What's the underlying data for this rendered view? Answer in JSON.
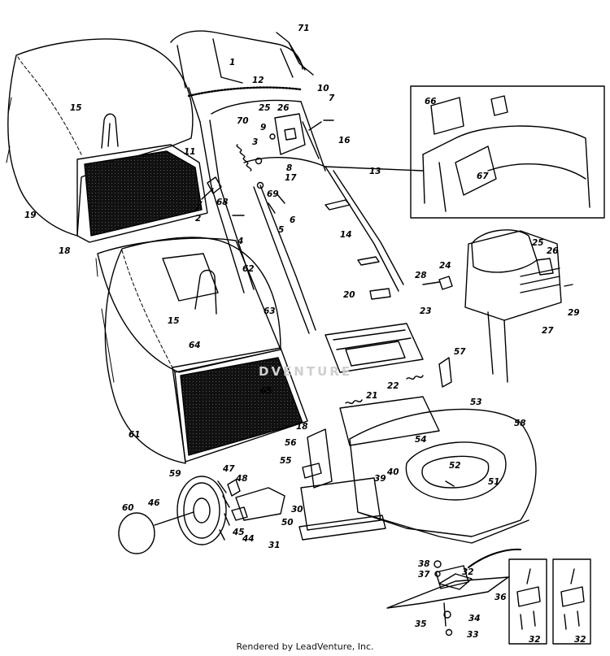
{
  "diagram": {
    "labels": [
      {
        "id": "l71",
        "text": "71"
      },
      {
        "id": "l1",
        "text": "1"
      },
      {
        "id": "l12",
        "text": "12"
      },
      {
        "id": "l10",
        "text": "10"
      },
      {
        "id": "l7",
        "text": "7"
      },
      {
        "id": "l25a",
        "text": "25"
      },
      {
        "id": "l26a",
        "text": "26"
      },
      {
        "id": "l70",
        "text": "70"
      },
      {
        "id": "l9",
        "text": "9"
      },
      {
        "id": "l16",
        "text": "16"
      },
      {
        "id": "l11",
        "text": "11"
      },
      {
        "id": "l3",
        "text": "3"
      },
      {
        "id": "l17",
        "text": "17"
      },
      {
        "id": "l8",
        "text": "8"
      },
      {
        "id": "l13",
        "text": "13"
      },
      {
        "id": "l69",
        "text": "69"
      },
      {
        "id": "l68",
        "text": "68"
      },
      {
        "id": "l2",
        "text": "2"
      },
      {
        "id": "l6",
        "text": "6"
      },
      {
        "id": "l5",
        "text": "5"
      },
      {
        "id": "l4",
        "text": "4"
      },
      {
        "id": "l14",
        "text": "14"
      },
      {
        "id": "l15a",
        "text": "15"
      },
      {
        "id": "l19",
        "text": "19"
      },
      {
        "id": "l18a",
        "text": "18"
      },
      {
        "id": "l62",
        "text": "62"
      },
      {
        "id": "l20",
        "text": "20"
      },
      {
        "id": "l63",
        "text": "63"
      },
      {
        "id": "l15b",
        "text": "15"
      },
      {
        "id": "l23",
        "text": "23"
      },
      {
        "id": "l64",
        "text": "64"
      },
      {
        "id": "l65",
        "text": "65"
      },
      {
        "id": "l22",
        "text": "22"
      },
      {
        "id": "l21",
        "text": "21"
      },
      {
        "id": "l57",
        "text": "57"
      },
      {
        "id": "l53",
        "text": "53"
      },
      {
        "id": "l58",
        "text": "58"
      },
      {
        "id": "l18b",
        "text": "18"
      },
      {
        "id": "l61",
        "text": "61"
      },
      {
        "id": "l56",
        "text": "56"
      },
      {
        "id": "l54",
        "text": "54"
      },
      {
        "id": "l55",
        "text": "55"
      },
      {
        "id": "l52",
        "text": "52"
      },
      {
        "id": "l51",
        "text": "51"
      },
      {
        "id": "l39",
        "text": "39"
      },
      {
        "id": "l40",
        "text": "40"
      },
      {
        "id": "l47",
        "text": "47"
      },
      {
        "id": "l48",
        "text": "48"
      },
      {
        "id": "l59",
        "text": "59"
      },
      {
        "id": "l30",
        "text": "30"
      },
      {
        "id": "l60",
        "text": "60"
      },
      {
        "id": "l46",
        "text": "46"
      },
      {
        "id": "l50",
        "text": "50"
      },
      {
        "id": "l45",
        "text": "45"
      },
      {
        "id": "l44",
        "text": "44"
      },
      {
        "id": "l31",
        "text": "31"
      },
      {
        "id": "l66",
        "text": "66"
      },
      {
        "id": "l67",
        "text": "67"
      },
      {
        "id": "l24",
        "text": "24"
      },
      {
        "id": "l28",
        "text": "28"
      },
      {
        "id": "l25b",
        "text": "25"
      },
      {
        "id": "l26b",
        "text": "26"
      },
      {
        "id": "l29",
        "text": "29"
      },
      {
        "id": "l27",
        "text": "27"
      },
      {
        "id": "l38",
        "text": "38"
      },
      {
        "id": "l37",
        "text": "37"
      },
      {
        "id": "l32a",
        "text": "32"
      },
      {
        "id": "l36",
        "text": "36"
      },
      {
        "id": "l34",
        "text": "34"
      },
      {
        "id": "l35",
        "text": "35"
      },
      {
        "id": "l33",
        "text": "33"
      },
      {
        "id": "l32b",
        "text": "32"
      },
      {
        "id": "l32c",
        "text": "32"
      }
    ]
  },
  "watermark": "DVENTURE",
  "footer": "Rendered by LeadVenture, Inc."
}
